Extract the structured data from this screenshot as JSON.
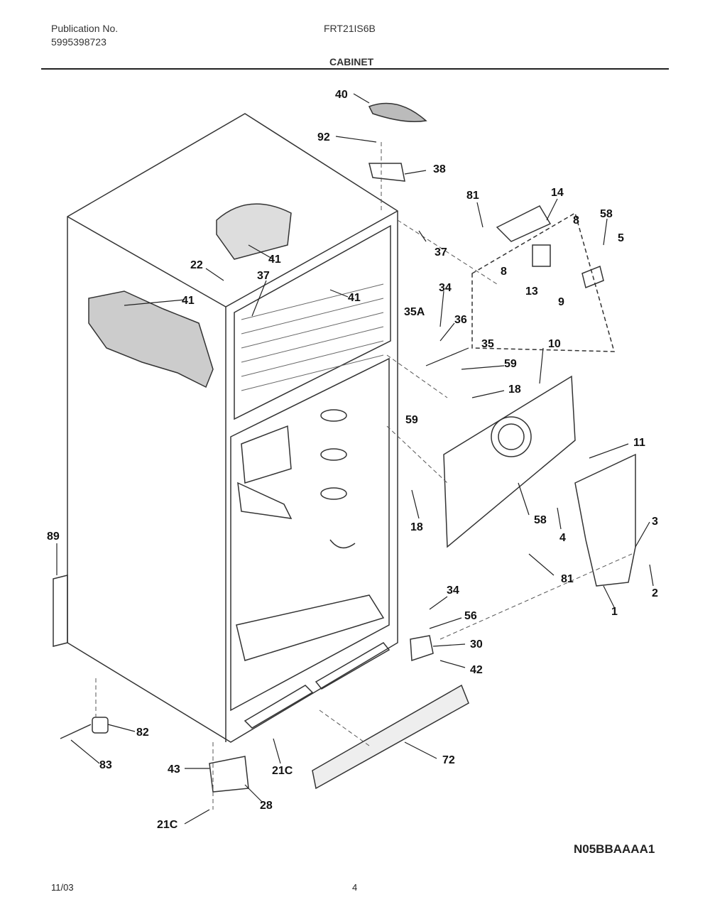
{
  "header": {
    "publication_label": "Publication No.",
    "publication_number": "5995398723",
    "model": "FRT21IS6B",
    "section_title": "CABINET"
  },
  "diagram": {
    "code": "N05BBAAAA1",
    "callouts": [
      "40",
      "92",
      "38",
      "81",
      "14",
      "8",
      "58",
      "37",
      "5",
      "22",
      "37",
      "41",
      "41",
      "41",
      "8",
      "13",
      "9",
      "34",
      "36",
      "35A",
      "35",
      "59",
      "10",
      "18",
      "59",
      "11",
      "3",
      "58",
      "4",
      "89",
      "18",
      "2",
      "81",
      "1",
      "34",
      "56",
      "30",
      "42",
      "82",
      "83",
      "72",
      "43",
      "21C",
      "28",
      "21C"
    ]
  },
  "footer": {
    "date": "11/03",
    "page": "4"
  }
}
